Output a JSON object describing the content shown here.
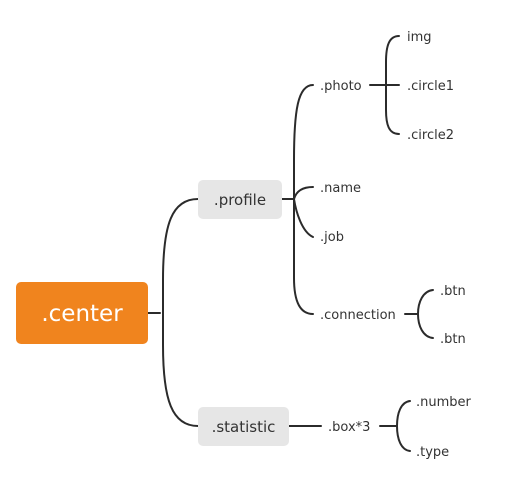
{
  "colors": {
    "root_fill": "#f0841e",
    "root_text": "#ffffff",
    "branch_fill": "#e6e6e6",
    "line": "#2b2b2b",
    "text": "#333333"
  },
  "root": {
    "label": ".center",
    "children": [
      {
        "label": ".profile",
        "children": [
          {
            "label": ".photo",
            "children": [
              {
                "label": "img"
              },
              {
                "label": ".circle1"
              },
              {
                "label": ".circle2"
              }
            ]
          },
          {
            "label": ".name"
          },
          {
            "label": ".job"
          },
          {
            "label": ".connection",
            "children": [
              {
                "label": ".btn"
              },
              {
                "label": ".btn"
              }
            ]
          }
        ]
      },
      {
        "label": ".statistic",
        "children": [
          {
            "label": ".box*3",
            "children": [
              {
                "label": ".number"
              },
              {
                "label": ".type"
              }
            ]
          }
        ]
      }
    ]
  }
}
